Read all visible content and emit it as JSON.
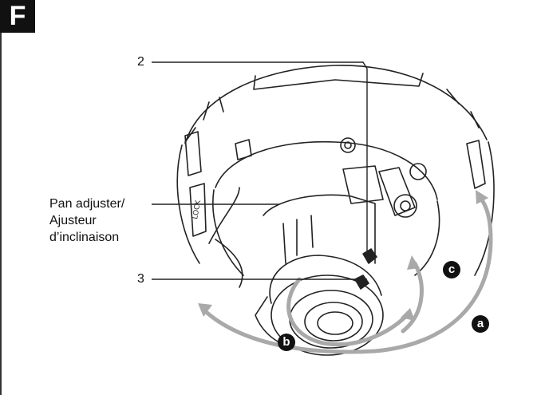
{
  "section_letter": "F",
  "callouts": {
    "num_2": "2",
    "num_3": "3",
    "pan_adjuster_line1": "Pan adjuster/",
    "pan_adjuster_line2": "Ajusteur",
    "pan_adjuster_line3": "d’inclinaison"
  },
  "markers": {
    "a": "a",
    "b": "b",
    "c": "c"
  },
  "colors": {
    "line": "#222222",
    "arrow": "#a9a9a9",
    "badge": "#111111"
  }
}
